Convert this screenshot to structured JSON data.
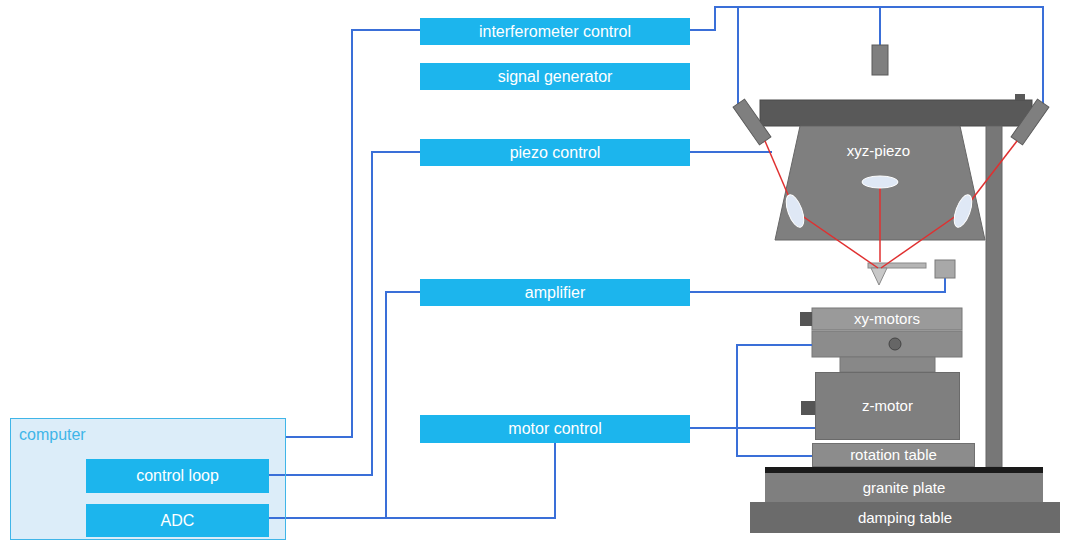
{
  "diagram": {
    "nodes": [
      {
        "text": [
          "interferometer control"
        ]
      },
      {
        "text": [
          "signal generator"
        ]
      },
      {
        "text": [
          "piezo control"
        ]
      },
      {
        "text": [
          "xyz-piezo"
        ]
      },
      {
        "text": [
          "amplifier"
        ]
      },
      {
        "text": [
          "xy-motors"
        ]
      },
      {
        "text": [
          "z-motor"
        ]
      },
      {
        "text": [
          "motor control"
        ]
      },
      {
        "text": [
          "rotation table"
        ]
      },
      {
        "text": [
          "computer"
        ]
      },
      {
        "text": [
          "control loop"
        ],
        "in": 9
      },
      {
        "text": [
          "ADC"
        ],
        "in": 9
      },
      {
        "text": [
          "granite plate"
        ]
      },
      {
        "text": [
          "damping table"
        ]
      }
    ],
    "edges": [
      {
        "from": 9,
        "to": 0,
        "arrow": "none"
      },
      {
        "from": 10,
        "to": 2,
        "arrow": "none"
      },
      {
        "from": 11,
        "to": 4,
        "arrow": "none"
      },
      {
        "from": 11,
        "to": 7,
        "arrow": "none"
      },
      {
        "from": 2,
        "to": 3,
        "arrow": "none"
      },
      {
        "from": 7,
        "to": 6,
        "arrow": "none"
      },
      {
        "from": 7,
        "to": 5,
        "arrow": "none"
      },
      {
        "from": 7,
        "to": 8,
        "arrow": "none"
      }
    ]
  }
}
